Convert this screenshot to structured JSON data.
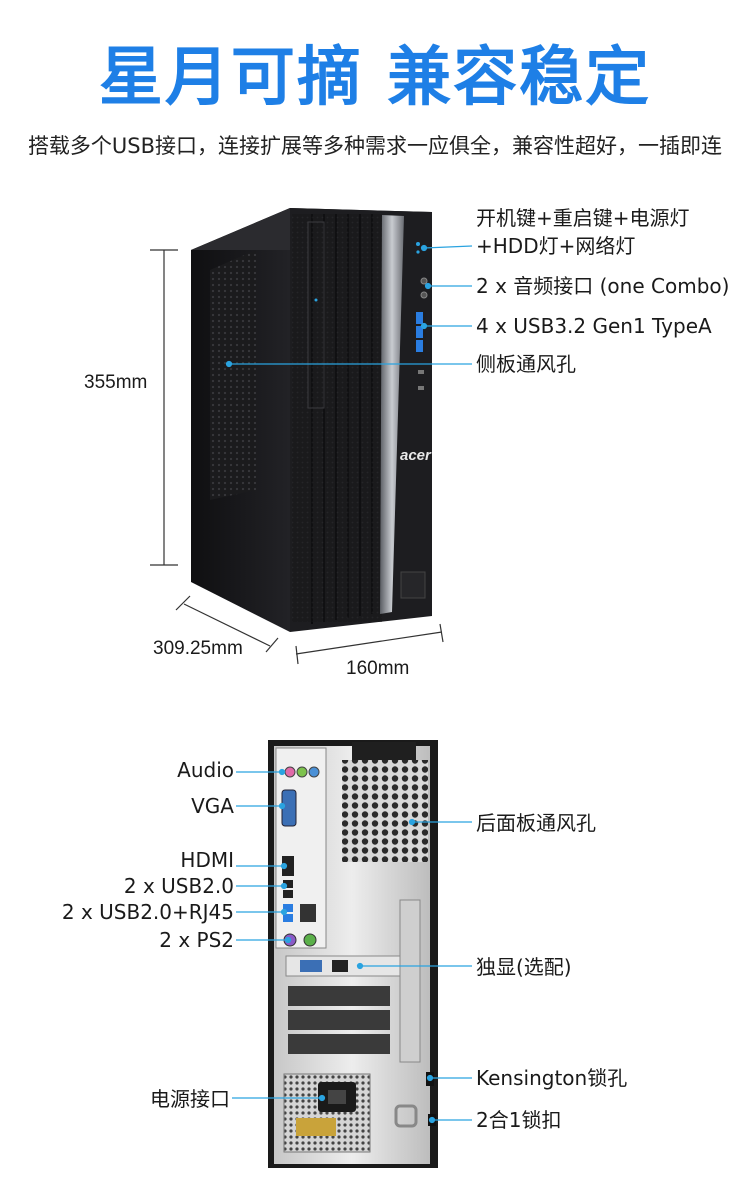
{
  "header": {
    "title": "星月可摘 兼容稳定",
    "subtitle": "搭载多个USB接口，连接扩展等多种需求一应俱全，兼容性超好，一插即连"
  },
  "front_view": {
    "brand_logo": "acer",
    "dimensions": {
      "height": "355mm",
      "depth": "309.25mm",
      "width": "160mm"
    },
    "callouts": [
      "开机键+重启键+电源灯",
      "+HDD灯+网络灯",
      "2 x 音频接口 (one Combo)",
      "4 x USB3.2 Gen1 TypeA",
      "侧板通风孔"
    ]
  },
  "rear_view": {
    "callouts_left": [
      "Audio",
      "VGA",
      "HDMI",
      "2 x USB2.0",
      "2 x USB2.0+RJ45",
      "2 x PS2",
      "电源接口"
    ],
    "callouts_right": [
      "后面板通风孔",
      "独显(选配)",
      "Kensington锁孔",
      "2合1锁扣"
    ]
  },
  "colors": {
    "accent": "#1e7fe6",
    "callout_line": "#2aa3e0",
    "case_body": "#1c1c1e",
    "usb_blue": "#2a7de1"
  }
}
